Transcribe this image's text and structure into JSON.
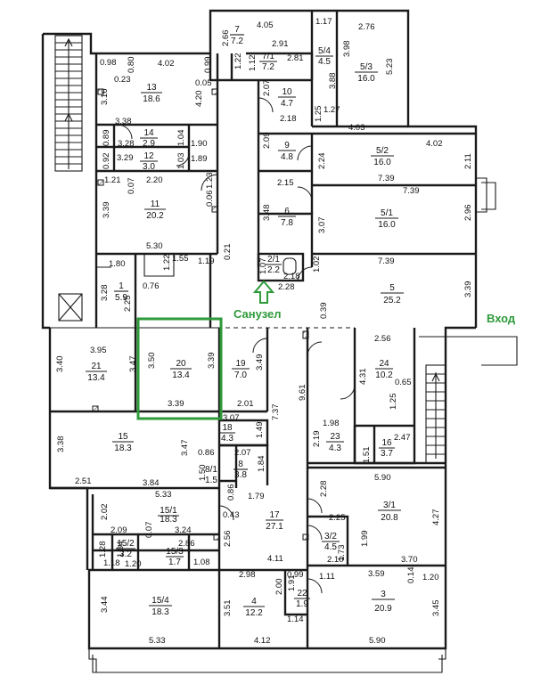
{
  "annotations": {
    "sanuzel": "Санузел",
    "vhod": "Вход",
    "accent_color": "#2e9a3a"
  },
  "rooms": [
    {
      "num": "7",
      "area": "7.2"
    },
    {
      "num": "7/1",
      "area": "7.2"
    },
    {
      "num": "5/4",
      "area": "4.5"
    },
    {
      "num": "5/3",
      "area": "16.0"
    },
    {
      "num": "13",
      "area": "18.6"
    },
    {
      "num": "10",
      "area": "4.7"
    },
    {
      "num": "14",
      "area": "2.9"
    },
    {
      "num": "12",
      "area": "3.0"
    },
    {
      "num": "9",
      "area": "4.8"
    },
    {
      "num": "5/2",
      "area": "16.0"
    },
    {
      "num": "11",
      "area": "20.2"
    },
    {
      "num": "6",
      "area": "7.8"
    },
    {
      "num": "5/1",
      "area": "16.0"
    },
    {
      "num": "2/1",
      "area": "2.2"
    },
    {
      "num": "1",
      "area": "5.9"
    },
    {
      "num": "5",
      "area": "25.2"
    },
    {
      "num": "21",
      "area": "13.4"
    },
    {
      "num": "20",
      "area": "13.4"
    },
    {
      "num": "19",
      "area": "7.0"
    },
    {
      "num": "24",
      "area": "10.2"
    },
    {
      "num": "15",
      "area": "18.3"
    },
    {
      "num": "18",
      "area": "4.3"
    },
    {
      "num": "23",
      "area": "4.3"
    },
    {
      "num": "16",
      "area": "3.7"
    },
    {
      "num": "8",
      "area": "3.8"
    },
    {
      "num": "8/1",
      "area": "1.5"
    },
    {
      "num": "15/1",
      "area": "18.3"
    },
    {
      "num": "17",
      "area": "27.1"
    },
    {
      "num": "3/1",
      "area": "20.8"
    },
    {
      "num": "3/2",
      "area": "4.5"
    },
    {
      "num": "15/2",
      "area": "3.2"
    },
    {
      "num": "15/3",
      "area": "1.7"
    },
    {
      "num": "15/4",
      "area": "18.3"
    },
    {
      "num": "4",
      "area": "12.2"
    },
    {
      "num": "22",
      "area": "1.9"
    },
    {
      "num": "3",
      "area": "20.9"
    }
  ],
  "dimensions": [
    "4.05",
    "1.17",
    "2.76",
    "2.66",
    "2.91",
    "1.22",
    "1.12",
    "2.81",
    "0.98",
    "0.80",
    "4.02",
    "0.99",
    "0.23",
    "0.05",
    "3.16",
    "4.20",
    "2.07",
    "3.98",
    "5.23",
    "3.88",
    "1.25",
    "1.27",
    "3.38",
    "2.18",
    "4.03",
    "0.89",
    "1.04",
    "3.28",
    "1.90",
    "2.09",
    "4.02",
    "2.24",
    "2.11",
    "0.92",
    "3.29",
    "1.03",
    "1.89",
    "1.21",
    "0.07",
    "2.20",
    "1.23",
    "2.15",
    "7.39",
    "7.39",
    "3.39",
    "0.06",
    "3.48",
    "3.07",
    "2.96",
    "5.30",
    "0.21",
    "1.80",
    "1.22",
    "1.55",
    "1.19",
    "1.07",
    "1.02",
    "7.39",
    "3.28",
    "0.76",
    "2.28",
    "2.18",
    "2.25",
    "3.39",
    "0.39",
    "3.95",
    "3.50",
    "3.39",
    "3.40",
    "3.47",
    "3.49",
    "2.56",
    "4.31",
    "0.65",
    "1.25",
    "9.61",
    "7.37",
    "3.39",
    "2.01",
    "3.07",
    "1.98",
    "3.38",
    "1.49",
    "2.19",
    "2.47",
    "3.47",
    "0.86",
    "2.07",
    "1.51",
    "1.50",
    "1.84",
    "2.51",
    "3.84",
    "5.90",
    "5.33",
    "0.86",
    "1.79",
    "2.28",
    "2.02",
    "0.43",
    "4.27",
    "2.09",
    "0.07",
    "3.24",
    "2.25",
    "1.28",
    "1.34",
    "2.86",
    "2.56",
    "1.99",
    "1.73",
    "1.18",
    "1.20",
    "1.08",
    "4.11",
    "2.10",
    "3.70",
    "2.98",
    "0.99",
    "3.59",
    "1.11",
    "0.14",
    "1.20",
    "3.44",
    "3.51",
    "2.00",
    "1.91",
    "3.45",
    "1.14",
    "5.33",
    "4.12",
    "5.90"
  ]
}
